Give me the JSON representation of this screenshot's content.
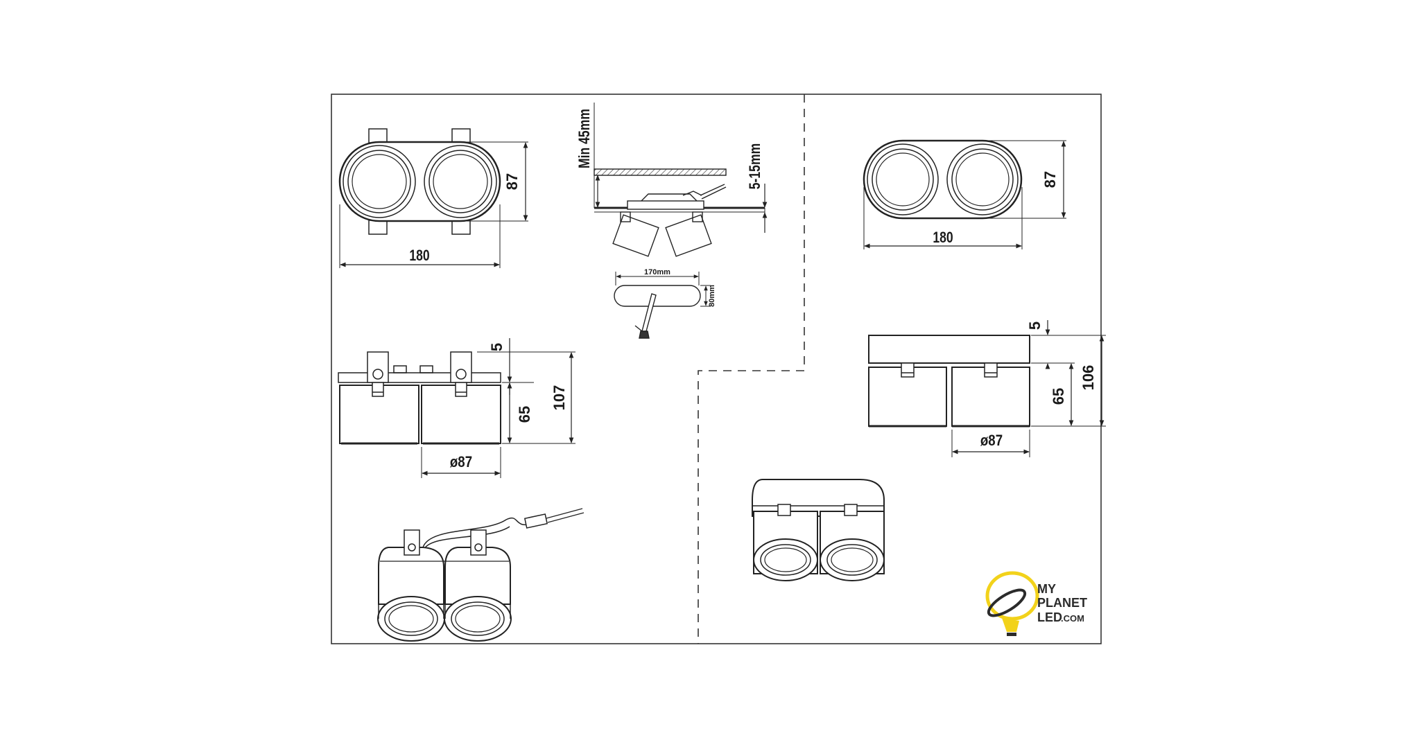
{
  "dimensions": {
    "top_left_width": "180",
    "top_left_height": "87",
    "top_right_width": "180",
    "top_right_height": "87",
    "install_depth": "Min 45mm",
    "ceiling_thickness": "5-15mm",
    "cutout_length": "170mm",
    "cutout_width": "80mm",
    "side_left_top": "5",
    "side_left_body": "65",
    "side_left_total": "107",
    "side_left_diameter": "ø87",
    "side_right_top": "5",
    "side_right_body": "65",
    "side_right_total": "106",
    "side_right_diameter": "ø87"
  },
  "logo": {
    "line1": "MY",
    "line2": "PLANET",
    "line3": "LED",
    "suffix": ".COM",
    "ring_color": "#f2d21b",
    "dark_color": "#2b2b2b"
  }
}
